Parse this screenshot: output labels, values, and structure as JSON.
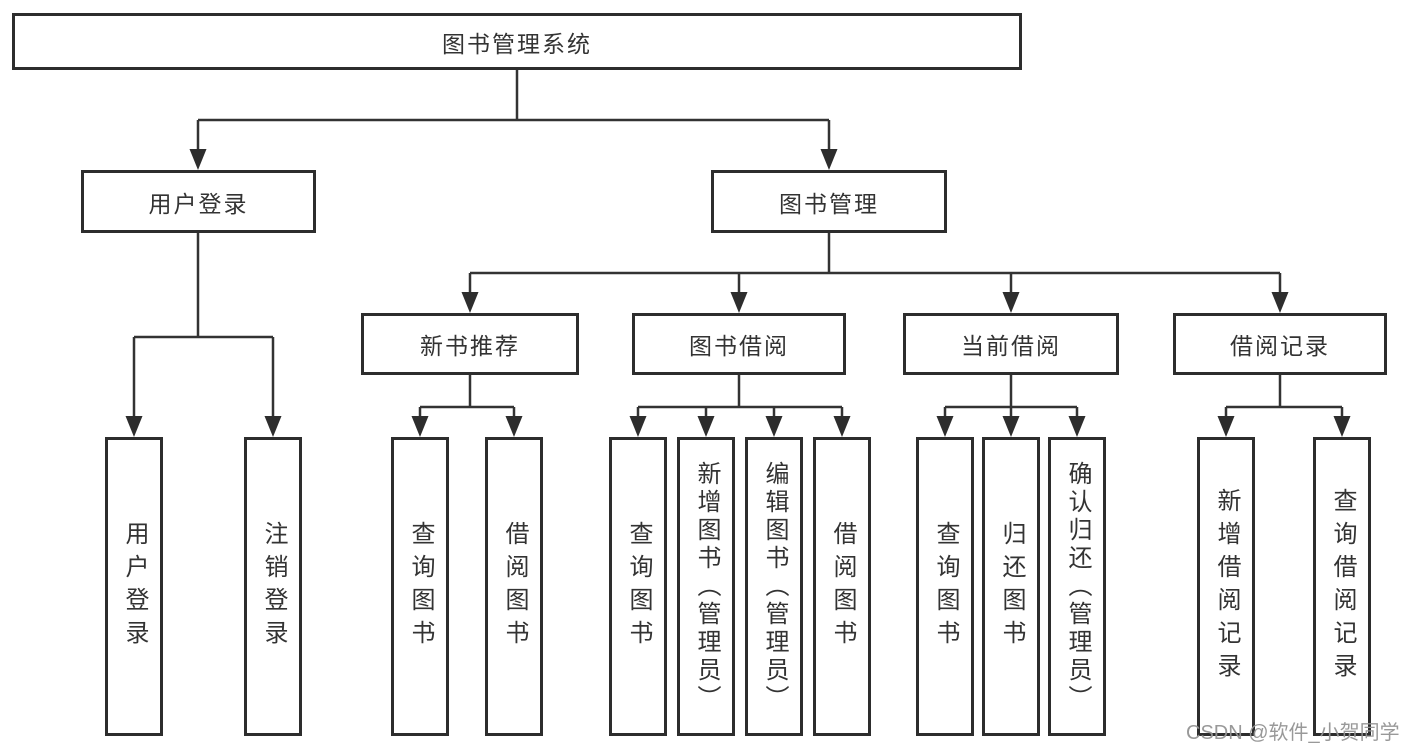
{
  "tree": {
    "label": "图书管理系统",
    "children": [
      {
        "label": "用户登录",
        "children": [
          {
            "label": "用户登录"
          },
          {
            "label": "注销登录"
          }
        ]
      },
      {
        "label": "图书管理",
        "children": [
          {
            "label": "新书推荐",
            "children": [
              {
                "label": "查询图书"
              },
              {
                "label": "借阅图书"
              }
            ]
          },
          {
            "label": "图书借阅",
            "children": [
              {
                "label": "查询图书"
              },
              {
                "label": "新增图书（管理员）"
              },
              {
                "label": "编辑图书（管理员）"
              },
              {
                "label": "借阅图书"
              }
            ]
          },
          {
            "label": "当前借阅",
            "children": [
              {
                "label": "查询图书"
              },
              {
                "label": "归还图书"
              },
              {
                "label": "确认归还（管理员）"
              }
            ]
          },
          {
            "label": "借阅记录",
            "children": [
              {
                "label": "新增借阅记录"
              },
              {
                "label": "查询借阅记录"
              }
            ]
          }
        ]
      }
    ]
  },
  "watermark": "CSDN @软件_小贺同学",
  "colors": {
    "background": "#ffffff",
    "box_border": "#2d2d2d",
    "connector": "#333333",
    "text": "#333333",
    "watermark": "#949494"
  }
}
